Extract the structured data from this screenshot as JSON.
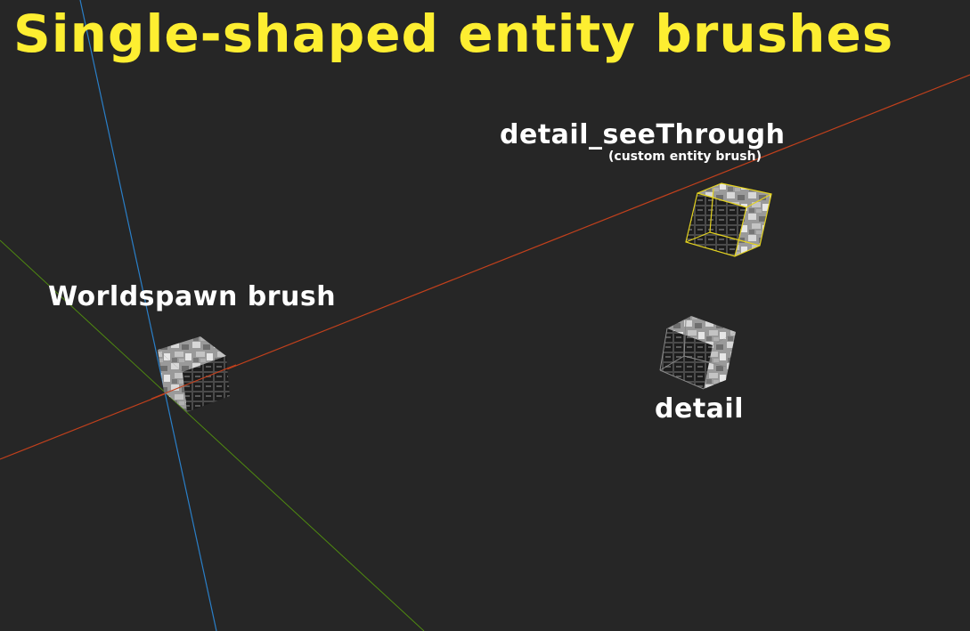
{
  "title": "Single-shaped entity brushes",
  "colors": {
    "background": "#262626",
    "title": "#fdee31",
    "label": "#ffffff",
    "axis_x": "#c1401c",
    "axis_y": "#4f8a10",
    "axis_z": "#2a7fc8",
    "selection_outline": "#e3d21f",
    "detail_outline": "#8a8a8a"
  },
  "axes": [
    {
      "name": "x-axis",
      "color": "#c1401c",
      "from": [
        0,
        516
      ],
      "to": [
        1089,
        84
      ]
    },
    {
      "name": "y-axis",
      "color": "#4f8a10",
      "from": [
        0,
        270
      ],
      "to": [
        476,
        709
      ]
    },
    {
      "name": "z-axis",
      "color": "#2a7fc8",
      "from": [
        90,
        0
      ],
      "to": [
        243,
        709
      ]
    }
  ],
  "brushes": [
    {
      "id": "worldspawn",
      "label": "Worldspawn brush",
      "sublabel": ""
    },
    {
      "id": "detail-seethrough",
      "label": "detail_seeThrough",
      "sublabel": "(custom entity brush)"
    },
    {
      "id": "detail",
      "label": "detail",
      "sublabel": ""
    }
  ]
}
